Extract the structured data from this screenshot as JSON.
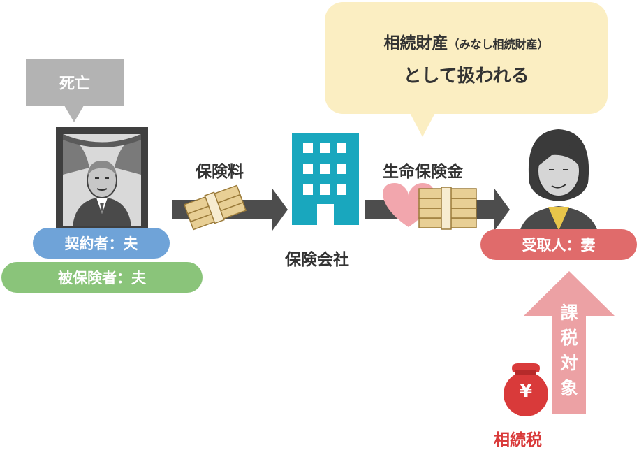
{
  "death_label": "死亡",
  "bubble": {
    "line1_main": "相続財産",
    "line1_sub": "（みなし相続財産）",
    "line2": "として扱われる"
  },
  "flow": {
    "premium_label": "保険料",
    "insurance_company_label": "保険会社",
    "payout_label": "生命保険金"
  },
  "parties": {
    "contractor": "契約者：夫",
    "insured": "被保険者：夫",
    "recipient": "受取人：妻"
  },
  "tax": {
    "taxable_label": "課税対象",
    "tax_name": "相続税",
    "yen_symbol": "¥"
  },
  "colors": {
    "gray": "#b3b3b3",
    "dark": "#4d4d4d",
    "contractor_blue": "#6fa3d8",
    "insured_green": "#8ac47a",
    "recipient_red": "#e06b6b",
    "building_teal": "#19a7be",
    "bubble_yellow": "#fbeec2",
    "heart_pink": "#f2a6ad",
    "arrow_pink": "#eca1a4",
    "bag_red": "#d93a3a",
    "money_tan": "#d6b373"
  }
}
